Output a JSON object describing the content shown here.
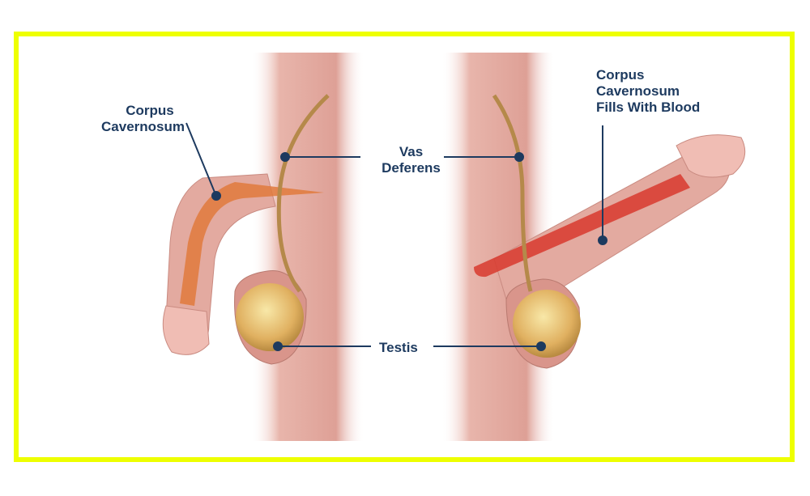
{
  "labels": {
    "corpus_left": [
      "Corpus",
      "Cavernosum"
    ],
    "vas_deferens": [
      "Vas",
      "Deferens"
    ],
    "testis": "Testis",
    "corpus_right": [
      "Corpus",
      "Cavernosum",
      "Fills With Blood"
    ]
  },
  "colors": {
    "frame": "#eeff00",
    "label": "#1d3a5f",
    "skin": "#e3aaa0",
    "corpus_flaccid": "#e07a3c",
    "corpus_filled": "#d83a2e",
    "testis": "#e6c070"
  }
}
